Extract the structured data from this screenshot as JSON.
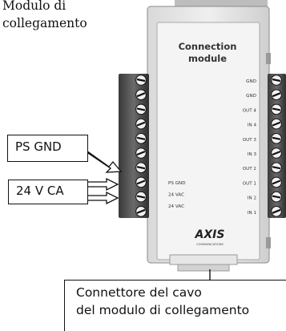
{
  "captions": {
    "top_line1": "Modulo di",
    "top_line2": "collegamento",
    "ps_gnd": "PS GND",
    "vca": "24 V CA",
    "bottom_line1": "Connettore del cavo",
    "bottom_line2": "del modulo di collegamento"
  },
  "module": {
    "title_line1": "Connection",
    "title_line2": "module",
    "brand": "AXIS",
    "brand_sub": "COMMUNICATIONS",
    "left_labels": [
      "PS GND",
      "24 VAC",
      "24 VAC"
    ],
    "right_labels": [
      "GND",
      "GND",
      "OUT 4",
      "IN 4",
      "OUT 3",
      "IN 3",
      "OUT 2",
      "OUT 1",
      "IN 2",
      "IN 1"
    ]
  }
}
